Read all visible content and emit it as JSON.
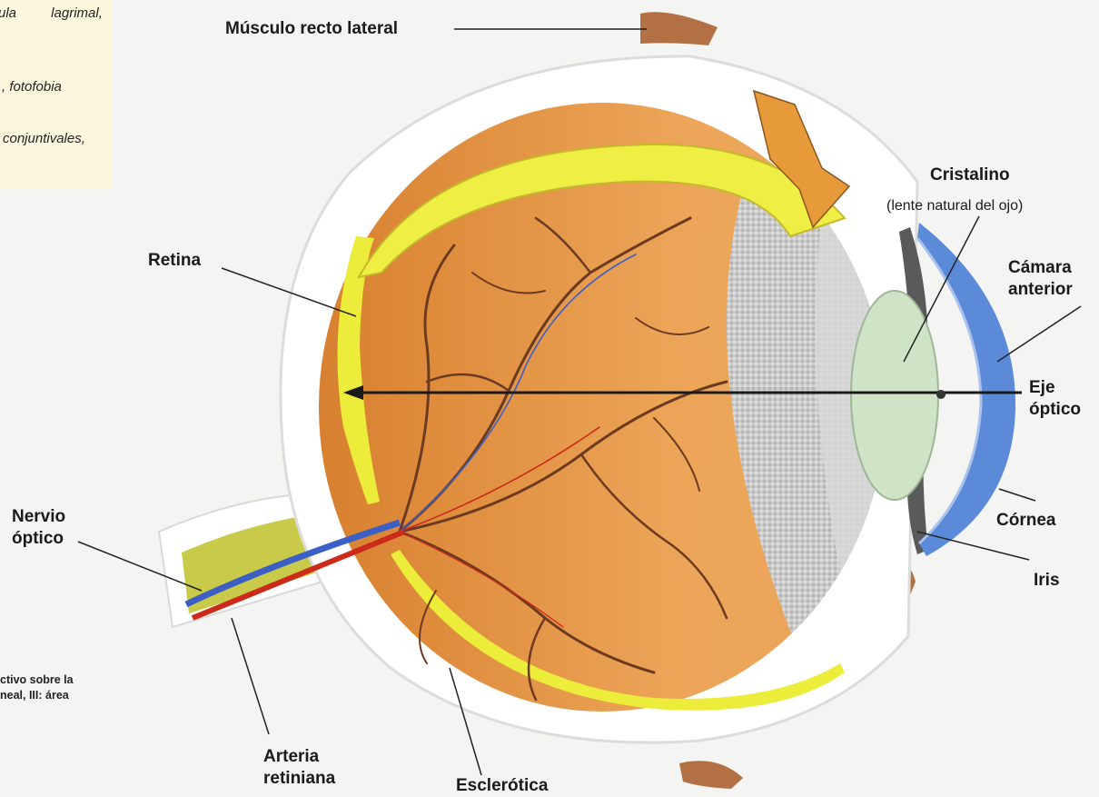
{
  "side_note": {
    "lines": [
      "ula lagrimal,",
      ", fotofobia",
      "conjuntivales,"
    ]
  },
  "caption_fragment": {
    "lines": [
      "ctivo sobre la",
      "neal, III: área"
    ]
  },
  "labels": {
    "musculo_recto_lateral": "Músculo recto lateral",
    "cristalino": "Cristalino",
    "cristalino_sub": "(lente natural del ojo)",
    "retina": "Retina",
    "camara_anterior_1": "Cámara",
    "camara_anterior_2": "anterior",
    "eje_optico_1": "Eje",
    "eje_optico_2": "óptico",
    "nervio_optico_1": "Nervio",
    "nervio_optico_2": "óptico",
    "cornea": "Córnea",
    "iris": "Iris",
    "arteria_retiniana_1": "Arteria",
    "arteria_retiniana_2": "retiniana",
    "esclerotica": "Esclerótica"
  },
  "colors": {
    "sclera": "#ffffff",
    "choroid": "#e39a45",
    "retina_yellow": "#ecec3a",
    "vitreous_grey": "#c4c4c4",
    "lens": "#cfe3c6",
    "cornea_blue": "#5b8bd8",
    "vein_blue": "#3b5fc4",
    "artery_red": "#cc2a1a",
    "muscle_brown": "#b06a3c"
  }
}
